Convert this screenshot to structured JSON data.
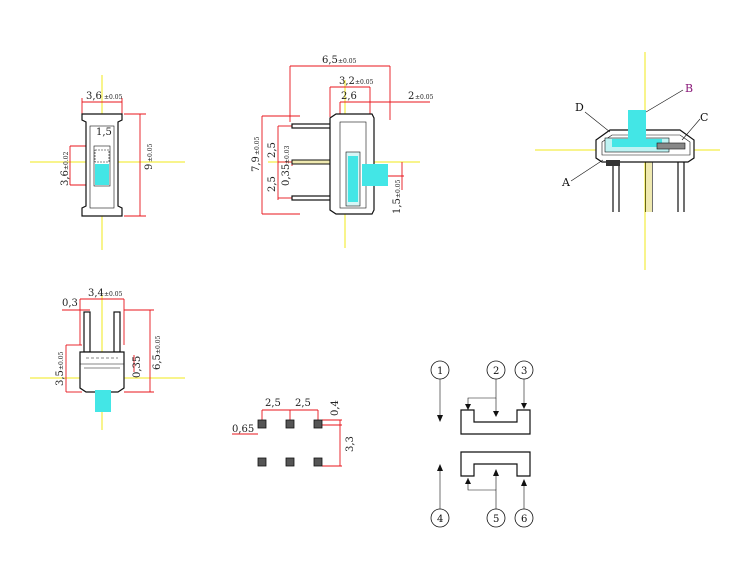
{
  "front_view": {
    "width": "3,6",
    "width_tol": "±0.05",
    "height": "9",
    "height_tol": "±0.05",
    "knob_height": "3,6",
    "knob_height_tol": "±0.02",
    "slot_width": "1,5"
  },
  "side_view": {
    "total_length": "6,5",
    "total_length_tol": "±0.05",
    "body_length": "3,2",
    "body_length_tol": "±0.05",
    "body_inner": "2,6",
    "knob_extension": "2",
    "knob_extension_tol": "±0.05",
    "overall_height": "7,9",
    "overall_height_tol": "±0.05",
    "pitch_upper": "2,5",
    "pitch_lower": "2,5",
    "pin_thickness": "0,35",
    "pin_thickness_tol": "±0.03",
    "knob_width": "1,5",
    "knob_width_tol": "±0.05"
  },
  "section_view": {
    "label_a": "A",
    "label_b": "B",
    "label_c": "C",
    "label_d": "D"
  },
  "end_view": {
    "width": "3,4",
    "width_tol": "±0.05",
    "wall": "0,3",
    "body_height": "3,5",
    "body_height_tol": "±0.05",
    "pin_length": "6,5",
    "pin_length_tol": "±0.05",
    "pin_thickness": "0,35"
  },
  "footprint": {
    "pitch_1": "2,5",
    "pitch_2": "2,5",
    "pad_size": "0,65",
    "pad_gap": "0,4",
    "row_spacing": "3,3"
  },
  "schematic": {
    "pin_1": "1",
    "pin_2": "2",
    "pin_3": "3",
    "pin_4": "4",
    "pin_5": "5",
    "pin_6": "6"
  }
}
